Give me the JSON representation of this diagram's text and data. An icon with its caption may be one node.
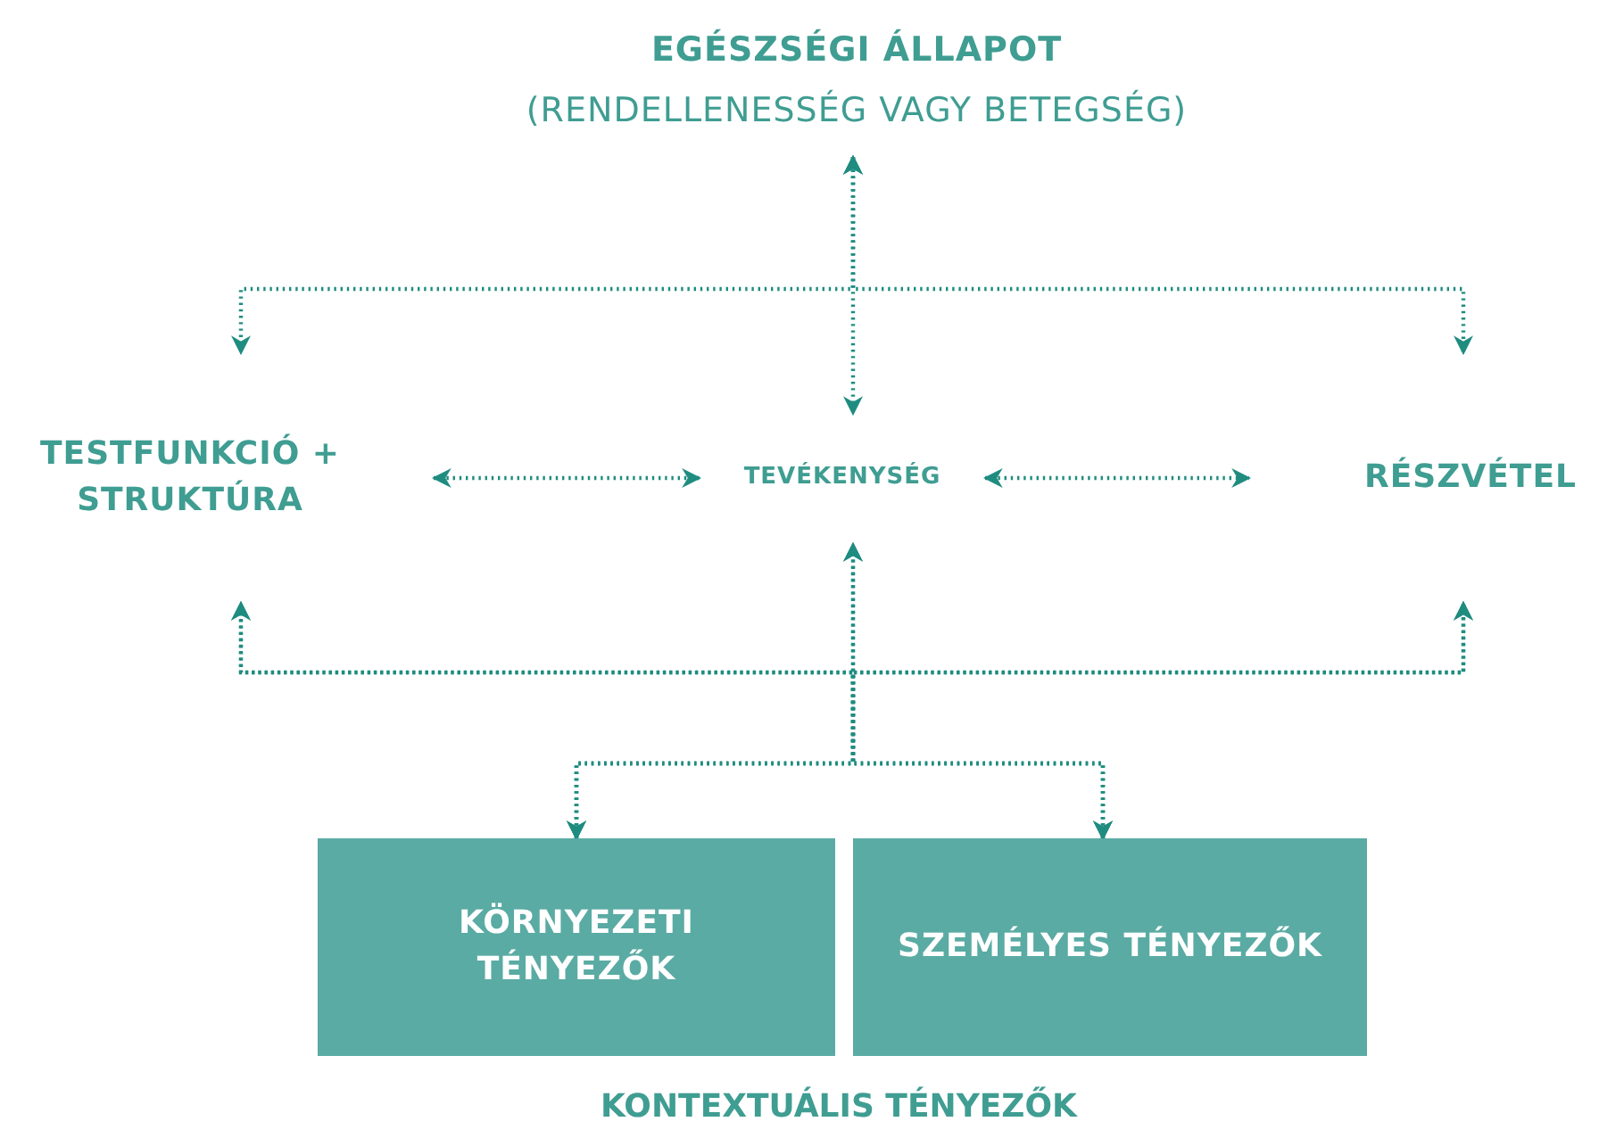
{
  "diagram": {
    "nodes": [
      {
        "text": [
          "EGÉSZSÉGI ÁLLAPOT",
          "(RENDELLENESSÉG VAGY BETEGSÉG)"
        ]
      },
      {
        "text": [
          "TESTFUNKCIÓ + STRUKTÚRA"
        ]
      },
      {
        "text": [
          "TEVÉKENYSÉG"
        ]
      },
      {
        "text": [
          "RÉSZVÉTEL"
        ]
      },
      {
        "text": [
          "KÖRNYEZETI TÉNYEZŐK"
        ]
      },
      {
        "text": [
          "SZEMÉLYES TÉNYEZŐK"
        ]
      }
    ],
    "edges": [
      {
        "from": 0,
        "to": 2,
        "arrow": "both"
      },
      {
        "from": 0,
        "to": 1,
        "arrow": "both"
      },
      {
        "from": 0,
        "to": 3,
        "arrow": "both"
      },
      {
        "from": 1,
        "to": 2,
        "arrow": "both"
      },
      {
        "from": 2,
        "to": 3,
        "arrow": "both"
      },
      {
        "from": 4,
        "to": 2,
        "arrow": "both"
      },
      {
        "from": 4,
        "to": 1,
        "arrow": "both"
      },
      {
        "from": 4,
        "to": 3,
        "arrow": "both"
      },
      {
        "from": 5,
        "to": 2,
        "arrow": "both"
      },
      {
        "from": 5,
        "to": 1,
        "arrow": "both"
      },
      {
        "from": 5,
        "to": 3,
        "arrow": "both"
      }
    ],
    "labels": [
      "KONTEXTUÁLIS TÉNYEZŐK"
    ]
  }
}
